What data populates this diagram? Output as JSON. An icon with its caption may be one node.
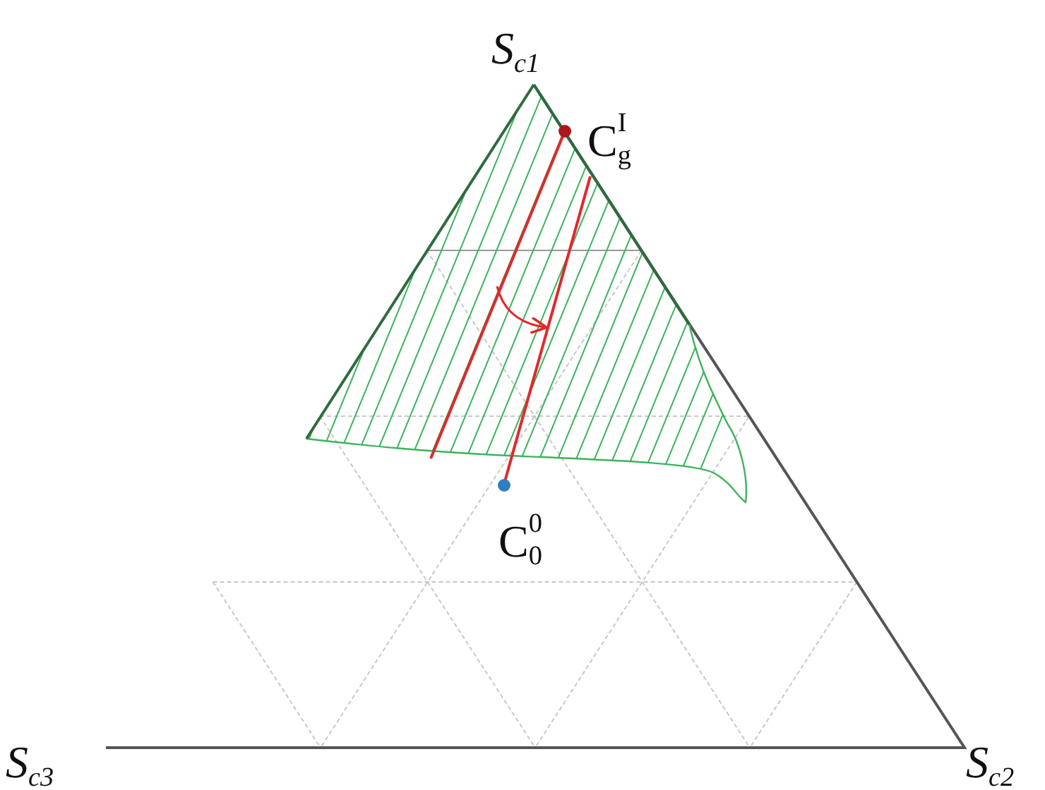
{
  "diagram": {
    "labels": [
      "S$_{c1}$",
      "C$_{g}$$^{I}$",
      "C$_{0}$$^{0}$",
      "S$_{c3}$",
      "S$_{c2}$"
    ]
  }
}
